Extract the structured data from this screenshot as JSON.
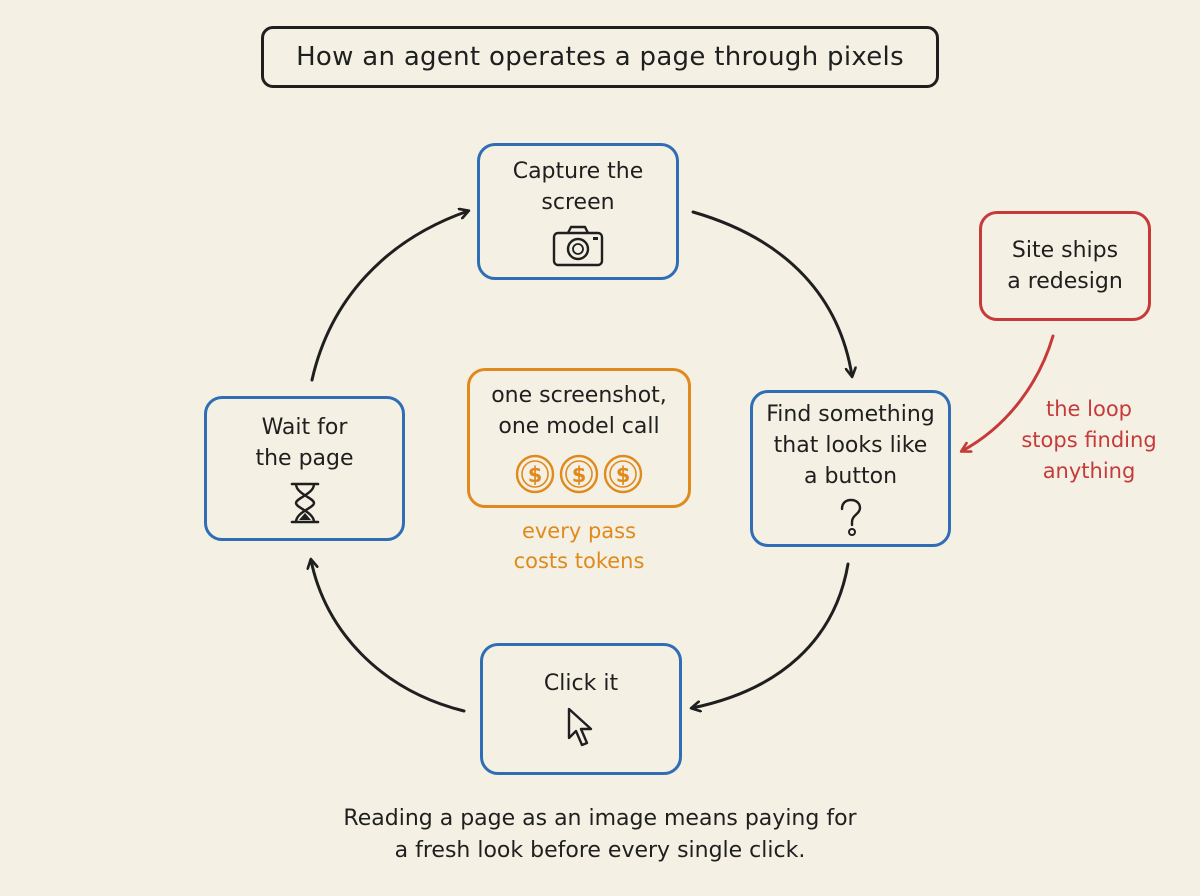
{
  "title": "How an agent operates a page through pixels",
  "steps": {
    "capture": {
      "label": "Capture the\nscreen",
      "icon": "camera-icon"
    },
    "find": {
      "label": "Find something\nthat looks like\na button",
      "icon": "question-mark-icon"
    },
    "click": {
      "label": "Click it",
      "icon": "cursor-pointer-icon"
    },
    "wait": {
      "label": "Wait for\nthe page",
      "icon": "hourglass-icon"
    }
  },
  "cost": {
    "label": "one screenshot,\none model call",
    "coin_symbol": "$",
    "coin_count": 3,
    "note": "every pass\ncosts tokens"
  },
  "redesign": {
    "label": "Site ships\na redesign",
    "note": "the loop\nstops finding\nanything"
  },
  "caption": "Reading a page as an image means paying for\na fresh look before every single click.",
  "colors": {
    "step_border": "#2f6db5",
    "cost_accent": "#e08a1e",
    "redesign_accent": "#c63a3a",
    "ink": "#1f1f1f",
    "background": "#f4f0e4"
  }
}
